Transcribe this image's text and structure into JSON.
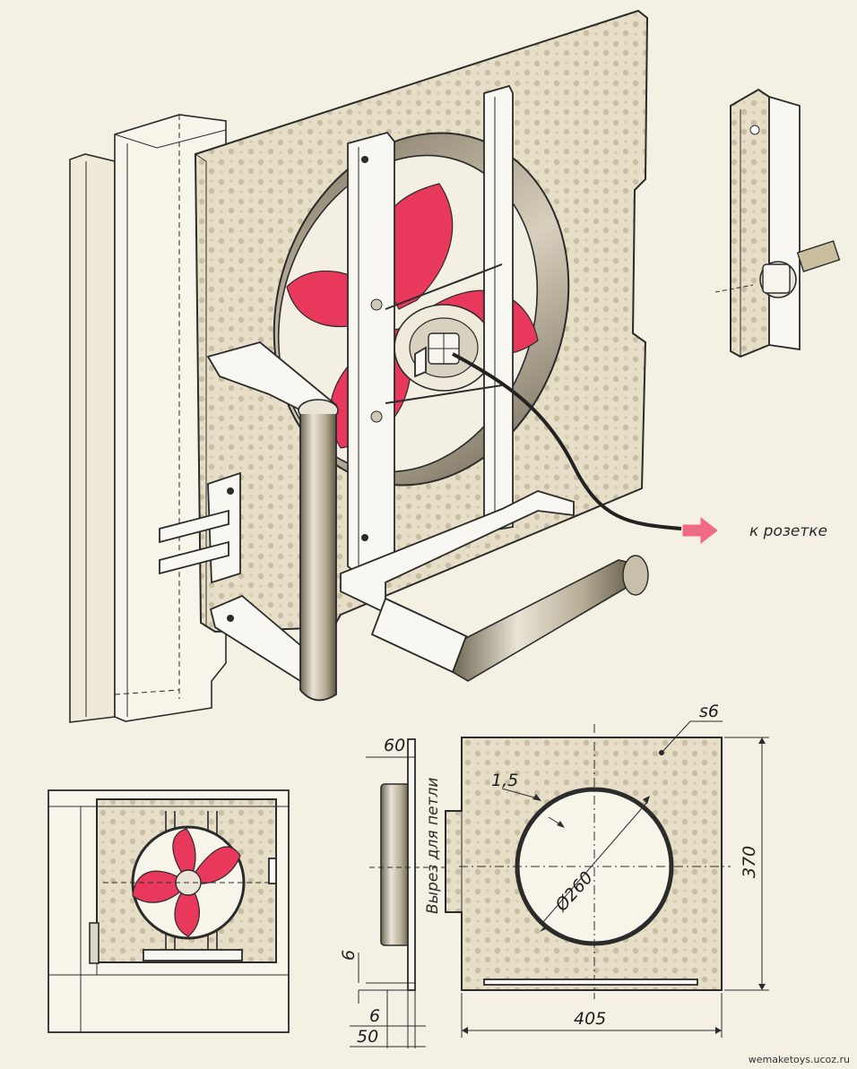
{
  "labels": {
    "to_socket": "к розетке",
    "hinge_cutout": "Вырез для петли",
    "thickness": "s6"
  },
  "dimensions": {
    "d60": "60",
    "d15": "1,5",
    "d260": "Ø260",
    "d370": "370",
    "d405": "405",
    "d6a": "6",
    "d6b": "6",
    "d50": "50"
  },
  "watermark": "wemaketoys.ucoz.ru",
  "colors": {
    "board": "#e4dcc4",
    "speckle": "#bfb59a",
    "blade": "#e8385c",
    "arrow": "#f06a86",
    "line": "#2b2b2b"
  },
  "icons": [
    "arrow-right-icon"
  ]
}
